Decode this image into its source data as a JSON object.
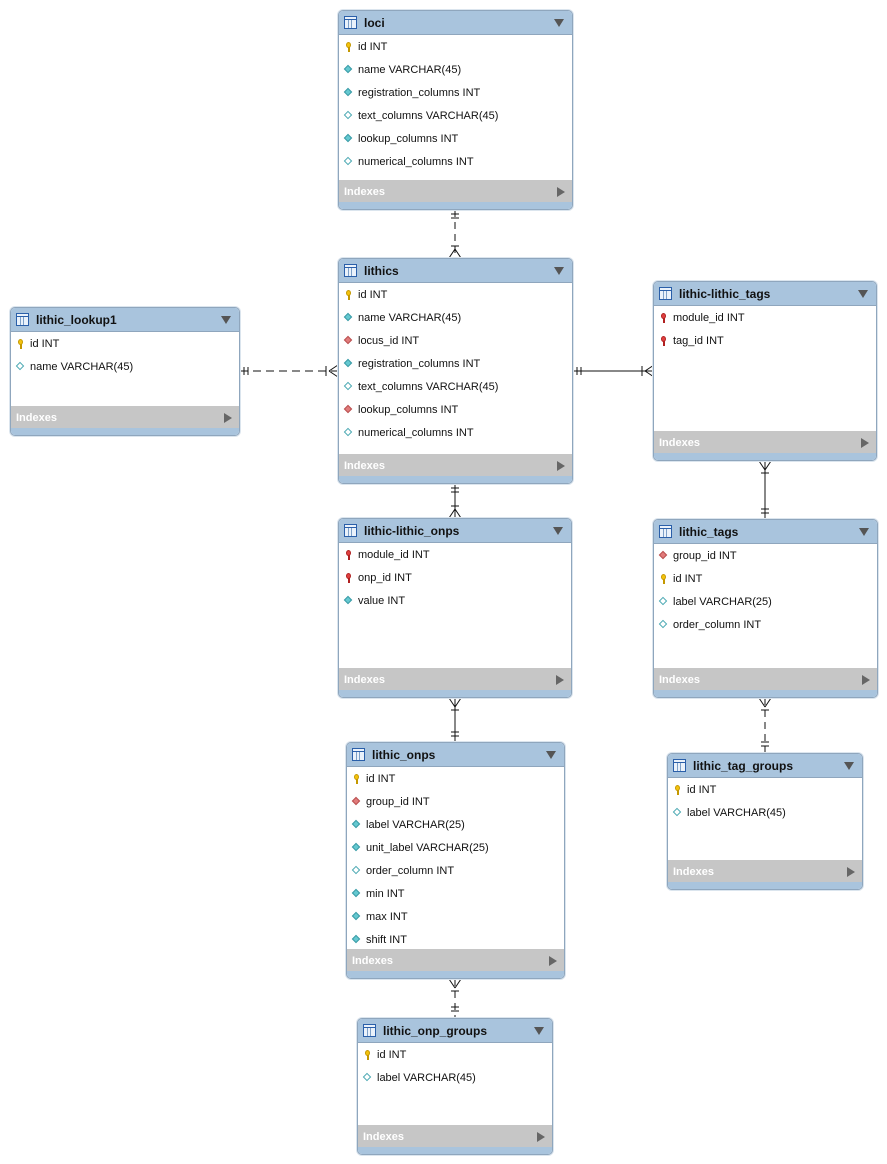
{
  "index_label": "Indexes",
  "tables": [
    {
      "name": "loci",
      "columns": [
        {
          "label": "id INT",
          "icon": "primary-key-icon"
        },
        {
          "label": "name VARCHAR(45)",
          "icon": "not-null-column-icon"
        },
        {
          "label": "registration_columns INT",
          "icon": "not-null-column-icon"
        },
        {
          "label": "text_columns VARCHAR(45)",
          "icon": "nullable-column-icon"
        },
        {
          "label": "lookup_columns INT",
          "icon": "not-null-column-icon"
        },
        {
          "label": "numerical_columns INT",
          "icon": "nullable-column-icon"
        }
      ]
    },
    {
      "name": "lithics",
      "columns": [
        {
          "label": "id INT",
          "icon": "primary-key-icon"
        },
        {
          "label": "name VARCHAR(45)",
          "icon": "not-null-column-icon"
        },
        {
          "label": "locus_id INT",
          "icon": "foreign-key-column-icon"
        },
        {
          "label": "registration_columns INT",
          "icon": "not-null-column-icon"
        },
        {
          "label": "text_columns VARCHAR(45)",
          "icon": "nullable-column-icon"
        },
        {
          "label": "lookup_columns INT",
          "icon": "foreign-key-column-icon"
        },
        {
          "label": "numerical_columns INT",
          "icon": "nullable-column-icon"
        }
      ]
    },
    {
      "name": "lithic_lookup1",
      "columns": [
        {
          "label": "id INT",
          "icon": "primary-key-icon"
        },
        {
          "label": "name VARCHAR(45)",
          "icon": "nullable-column-icon"
        }
      ]
    },
    {
      "name": "lithic-lithic_tags",
      "columns": [
        {
          "label": "module_id INT",
          "icon": "primary-foreign-key-icon"
        },
        {
          "label": "tag_id INT",
          "icon": "primary-foreign-key-icon"
        }
      ]
    },
    {
      "name": "lithic-lithic_onps",
      "columns": [
        {
          "label": "module_id INT",
          "icon": "primary-foreign-key-icon"
        },
        {
          "label": "onp_id INT",
          "icon": "primary-foreign-key-icon"
        },
        {
          "label": "value INT",
          "icon": "not-null-column-icon"
        }
      ]
    },
    {
      "name": "lithic_tags",
      "columns": [
        {
          "label": "group_id INT",
          "icon": "foreign-key-column-icon"
        },
        {
          "label": "id INT",
          "icon": "primary-key-icon"
        },
        {
          "label": "label VARCHAR(25)",
          "icon": "nullable-column-icon"
        },
        {
          "label": "order_column INT",
          "icon": "nullable-column-icon"
        }
      ]
    },
    {
      "name": "lithic_onps",
      "columns": [
        {
          "label": "id INT",
          "icon": "primary-key-icon"
        },
        {
          "label": "group_id INT",
          "icon": "foreign-key-column-icon"
        },
        {
          "label": "label VARCHAR(25)",
          "icon": "not-null-column-icon"
        },
        {
          "label": "unit_label VARCHAR(25)",
          "icon": "not-null-column-icon"
        },
        {
          "label": "order_column INT",
          "icon": "nullable-column-icon"
        },
        {
          "label": "min INT",
          "icon": "not-null-column-icon"
        },
        {
          "label": "max INT",
          "icon": "not-null-column-icon"
        },
        {
          "label": "shift INT",
          "icon": "not-null-column-icon"
        }
      ]
    },
    {
      "name": "lithic_tag_groups",
      "columns": [
        {
          "label": "id INT",
          "icon": "primary-key-icon"
        },
        {
          "label": "label VARCHAR(45)",
          "icon": "nullable-column-icon"
        }
      ]
    },
    {
      "name": "lithic_onp_groups",
      "columns": [
        {
          "label": "id INT",
          "icon": "primary-key-icon"
        },
        {
          "label": "label VARCHAR(45)",
          "icon": "nullable-column-icon"
        }
      ]
    }
  ],
  "relationships": [
    {
      "from": "loci",
      "to": "lithics",
      "style": "dashed"
    },
    {
      "from": "lithic_lookup1",
      "to": "lithics",
      "style": "dashed"
    },
    {
      "from": "lithics",
      "to": "lithic-lithic_tags",
      "style": "solid"
    },
    {
      "from": "lithics",
      "to": "lithic-lithic_onps",
      "style": "solid"
    },
    {
      "from": "lithic_tags",
      "to": "lithic-lithic_tags",
      "style": "solid"
    },
    {
      "from": "lithic_onps",
      "to": "lithic-lithic_onps",
      "style": "solid"
    },
    {
      "from": "lithic_tag_groups",
      "to": "lithic_tags",
      "style": "dashed"
    },
    {
      "from": "lithic_onp_groups",
      "to": "lithic_onps",
      "style": "dashed"
    }
  ]
}
